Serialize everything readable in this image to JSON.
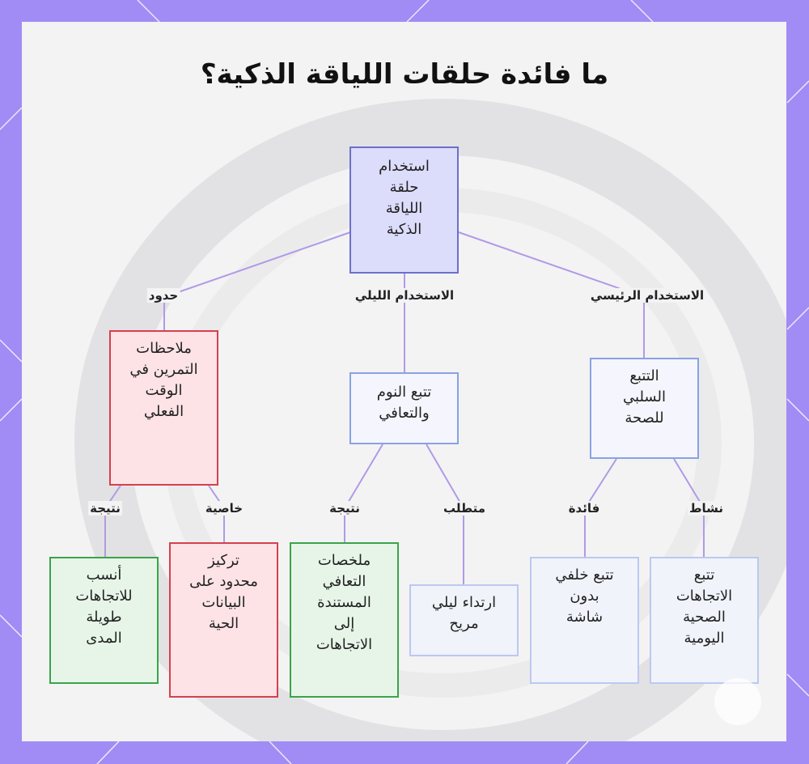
{
  "title": "ما فائدة حلقات اللياقة الذكية؟",
  "nodes": {
    "root": "استخدام\nحلقة\nاللياقة\nالذكية",
    "passive": "التتبع\nالسلبي\nللصحة",
    "sleep": "تتبع النوم\nوالتعافي",
    "workout": "ملاحظات\nالتمرين في\nالوقت\nالفعلي",
    "trends": "تتبع\nالاتجاهات\nالصحية\nاليومية",
    "background": "تتبع خلفي\nبدون\nشاشة",
    "comfort": "ارتداء ليلي\nمريح",
    "recovery": "ملخصات\nالتعافي\nالمستندة\nإلى\nالاتجاهات",
    "live": "تركيز\nمحدود على\nالبيانات\nالحية",
    "longterm": "أنسب\nللاتجاهات\nطويلة\nالمدى"
  },
  "edge_labels": {
    "main_use": "الاستخدام الرئيسي",
    "night_use": "الاستخدام الليلي",
    "limits": "حدود",
    "activity": "نشاط",
    "benefit": "فائدة",
    "requirement": "متطلب",
    "result_sleep": "نتيجة",
    "property": "خاصية",
    "result_workout": "نتيجة"
  },
  "colors": {
    "frame": "#a18cf5",
    "edge": "#b09ae6",
    "root_fill": "#dcdcfb",
    "limit_fill": "#fde3e6",
    "result_fill": "#e7f5e8"
  }
}
